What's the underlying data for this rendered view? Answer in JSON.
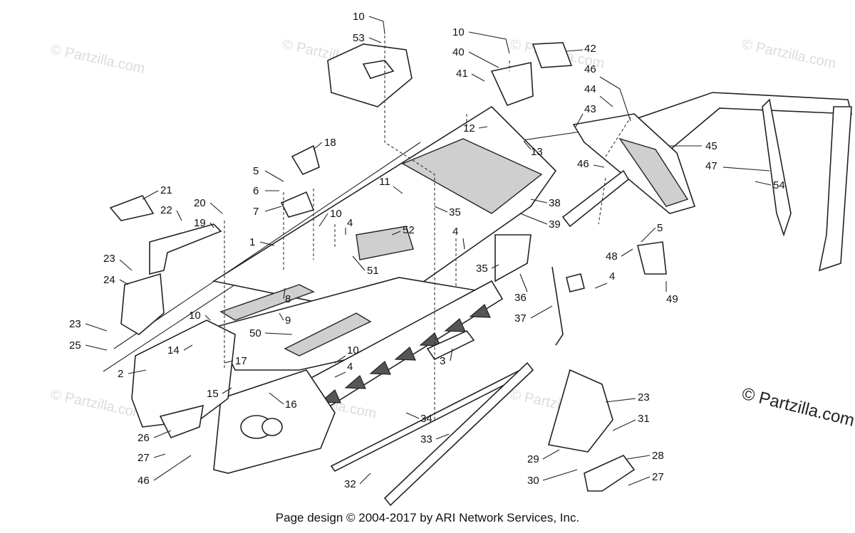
{
  "watermarks": {
    "small": "© Partzilla.com",
    "large": "© Partzilla.com"
  },
  "footer": {
    "text": "Page design © 2004-2017 by ARI Network Services, Inc."
  },
  "callouts": {
    "c10a": "10",
    "c53": "53",
    "c10b": "10",
    "c40": "40",
    "c41": "41",
    "c42": "42",
    "c46a": "46",
    "c44": "44",
    "c43": "43",
    "c12": "12",
    "c13": "13",
    "c18": "18",
    "c45": "45",
    "c47": "47",
    "c46b": "46",
    "c54": "54",
    "c5a": "5",
    "c6": "6",
    "c7": "7",
    "c11": "11",
    "c21": "21",
    "c20": "20",
    "c22": "22",
    "c19": "19",
    "c38": "38",
    "c35a": "35",
    "c10c": "10",
    "c4a": "4",
    "c52": "52",
    "c39": "39",
    "c1": "1",
    "c4b": "4",
    "c5b": "5",
    "c48": "48",
    "c23a": "23",
    "c51": "51",
    "c35b": "35",
    "c4c": "4",
    "c24": "24",
    "c8": "8",
    "c36": "36",
    "c49": "49",
    "c9": "9",
    "c10d": "10",
    "c37": "37",
    "c23b": "23",
    "c50": "50",
    "c25": "25",
    "c14": "14",
    "c10e": "10",
    "c3": "3",
    "c17": "17",
    "c4d": "4",
    "c2": "2",
    "c15": "15",
    "c16": "16",
    "c23c": "23",
    "c31": "31",
    "c34": "34",
    "c26": "26",
    "c33": "33",
    "c27a": "27",
    "c29": "29",
    "c28": "28",
    "c46c": "46",
    "c30": "30",
    "c27b": "27",
    "c32": "32"
  }
}
